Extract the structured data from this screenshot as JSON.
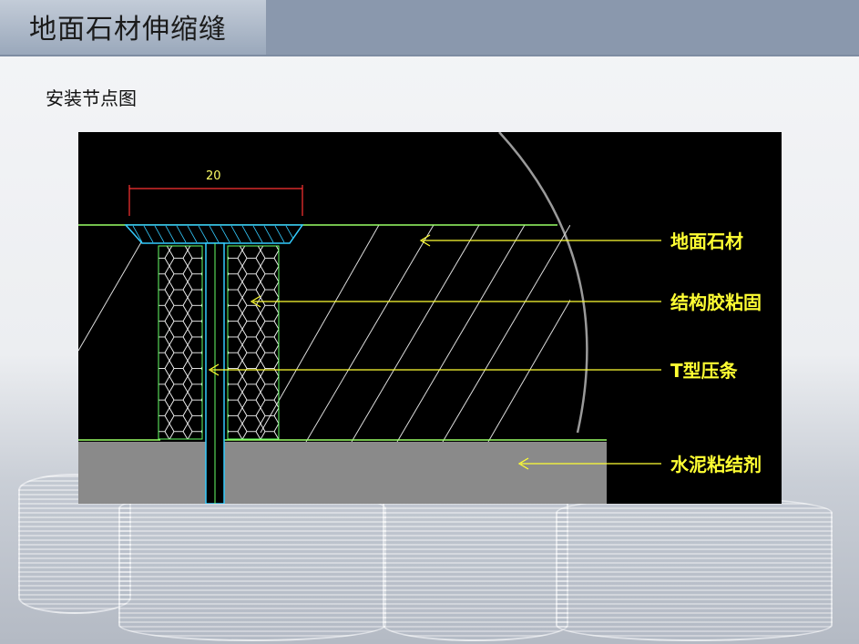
{
  "header": {
    "title": "地面石材伸缩缝"
  },
  "content": {
    "subtitle": "安装节点图"
  },
  "diagram": {
    "dimension": "20",
    "labels": [
      "地面石材",
      "结构胶粘固",
      "T型压条",
      "水泥粘结剂"
    ]
  },
  "colors": {
    "callout": "#ffff33",
    "stone_outline": "#66ff66",
    "hatch": "#e8e8e8",
    "tbar": "#33ccff",
    "mortar": "#8a8a8a",
    "dimension": "#ff3333",
    "arc": "#9a9a9a"
  }
}
